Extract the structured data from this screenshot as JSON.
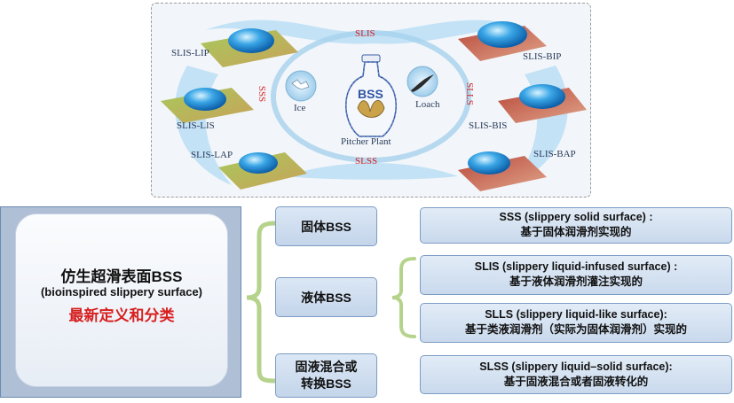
{
  "figure": {
    "center_label": "BSS",
    "slis_top": "SLIS",
    "slss_bottom": "SLSS",
    "sss_left": "SSS",
    "slls_right": "SLLS",
    "ice": "Ice",
    "loach": "Loach",
    "pitcher_plant": "Pitcher Plant",
    "left_labels": [
      "SLIS-LIP",
      "SLIS-LIS",
      "SLIS-LAP"
    ],
    "right_labels": [
      "SLIS-BIP",
      "SLIS-BIS",
      "SLIS-BAP"
    ]
  },
  "main": {
    "title": "仿生超滑表面BSS",
    "subtitle": "(bioinspired slippery surface)",
    "highlight": "最新定义和分类"
  },
  "categories": [
    {
      "label": "固体BSS"
    },
    {
      "label": "液体BSS"
    },
    {
      "label": "固液混合或转换BSS"
    }
  ],
  "descriptions": [
    {
      "title": "SSS (slippery solid surface) :",
      "text": "基于固体润滑剂实现的"
    },
    {
      "title": "SLIS (slippery liquid-infused surface) :",
      "text": "基于液体润滑剂灌注实现的"
    },
    {
      "title": "SLLS (slippery liquid-like surface):",
      "text": "基于类液润滑剂（实际为固体润滑剂）实现的"
    },
    {
      "title": "SLSS (slippery liquid–solid surface):",
      "text": "基于固液混合或者固液转化的"
    }
  ],
  "colors": {
    "accent_red": "#d81e1e",
    "brace_green": "#b5d38b",
    "box_blue": "#aebfd6"
  }
}
